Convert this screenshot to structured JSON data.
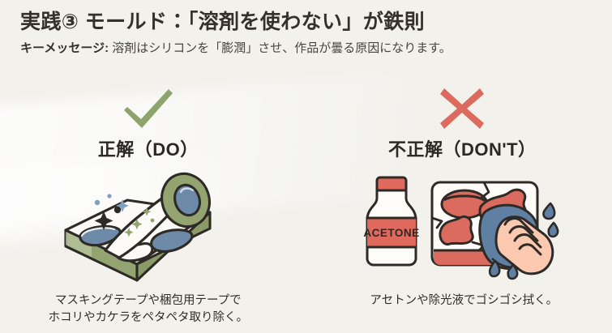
{
  "slide": {
    "title": "実践③ モールド：「溶剤を使わない」が鉄則",
    "key_message_label": "キーメッセージ:",
    "key_message_text": " 溶剤はシリコンを「膨潤」させ、作品が曇る原因になります。",
    "background_color": "#f2f1ec"
  },
  "do_column": {
    "mark_icon": "check-mark-icon",
    "mark_color": "#8da46c",
    "label": "正解（DO）",
    "illustration_name": "masking-tape-on-mold-illustration",
    "illustration_colors": {
      "mold_body": "#98a875",
      "mold_top": "#ffffff",
      "tape_ring": "#8fa06d",
      "tape_core": "#6d8aa8",
      "outline": "#2e2a26",
      "sparkle": "#7fa0c0"
    },
    "caption": "マスキングテープや梱包用テープで\nホコリやカケラをペタペタ取り除く。"
  },
  "dont_column": {
    "mark_icon": "cross-mark-icon",
    "mark_color": "#dd6a5e",
    "label": "不正解（DON'T）",
    "illustration_name": "acetone-bottle-and-wiping-mold-illustration",
    "bottle_label": "ACETONE",
    "illustration_colors": {
      "bottle_fill": "#e0695d",
      "bottle_body": "#ffffff",
      "mold_panel": "#ffffff",
      "damage_red": "#dc6b5f",
      "cloth_blue": "#5f7fa3",
      "hand_skin": "#fbc9b0",
      "outline": "#2e2a26",
      "droplet": "#5f7fa3"
    },
    "caption": "アセトンや除光液でゴシゴシ拭く。"
  }
}
